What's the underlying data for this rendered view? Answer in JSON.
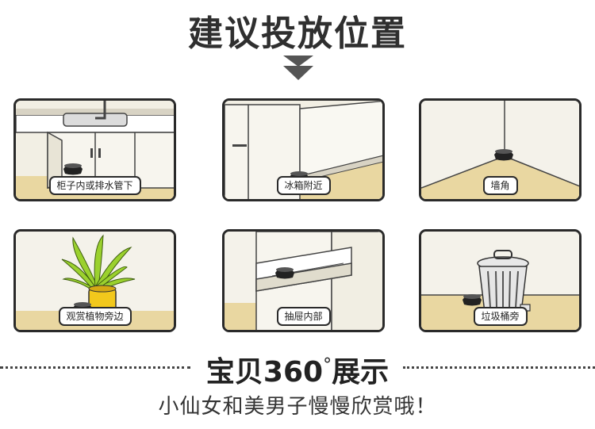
{
  "title": "建议投放位置",
  "cards": [
    {
      "label": "柜子内或排水管下"
    },
    {
      "label": "冰箱附近"
    },
    {
      "label": "墙角"
    },
    {
      "label": "观赏植物旁边"
    },
    {
      "label": "抽屉内部"
    },
    {
      "label": "垃圾桶旁"
    }
  ],
  "footer": {
    "title_part1": "宝贝360",
    "degree": "°",
    "title_part2": "展示",
    "subtitle": "小仙女和美男子慢慢欣赏哦！"
  },
  "colors": {
    "card_bg": "#f2efe4",
    "floor": "#e9d7a1",
    "border": "#2a2a2a",
    "plant": "#9bd12e",
    "pot": "#f2c81c"
  }
}
